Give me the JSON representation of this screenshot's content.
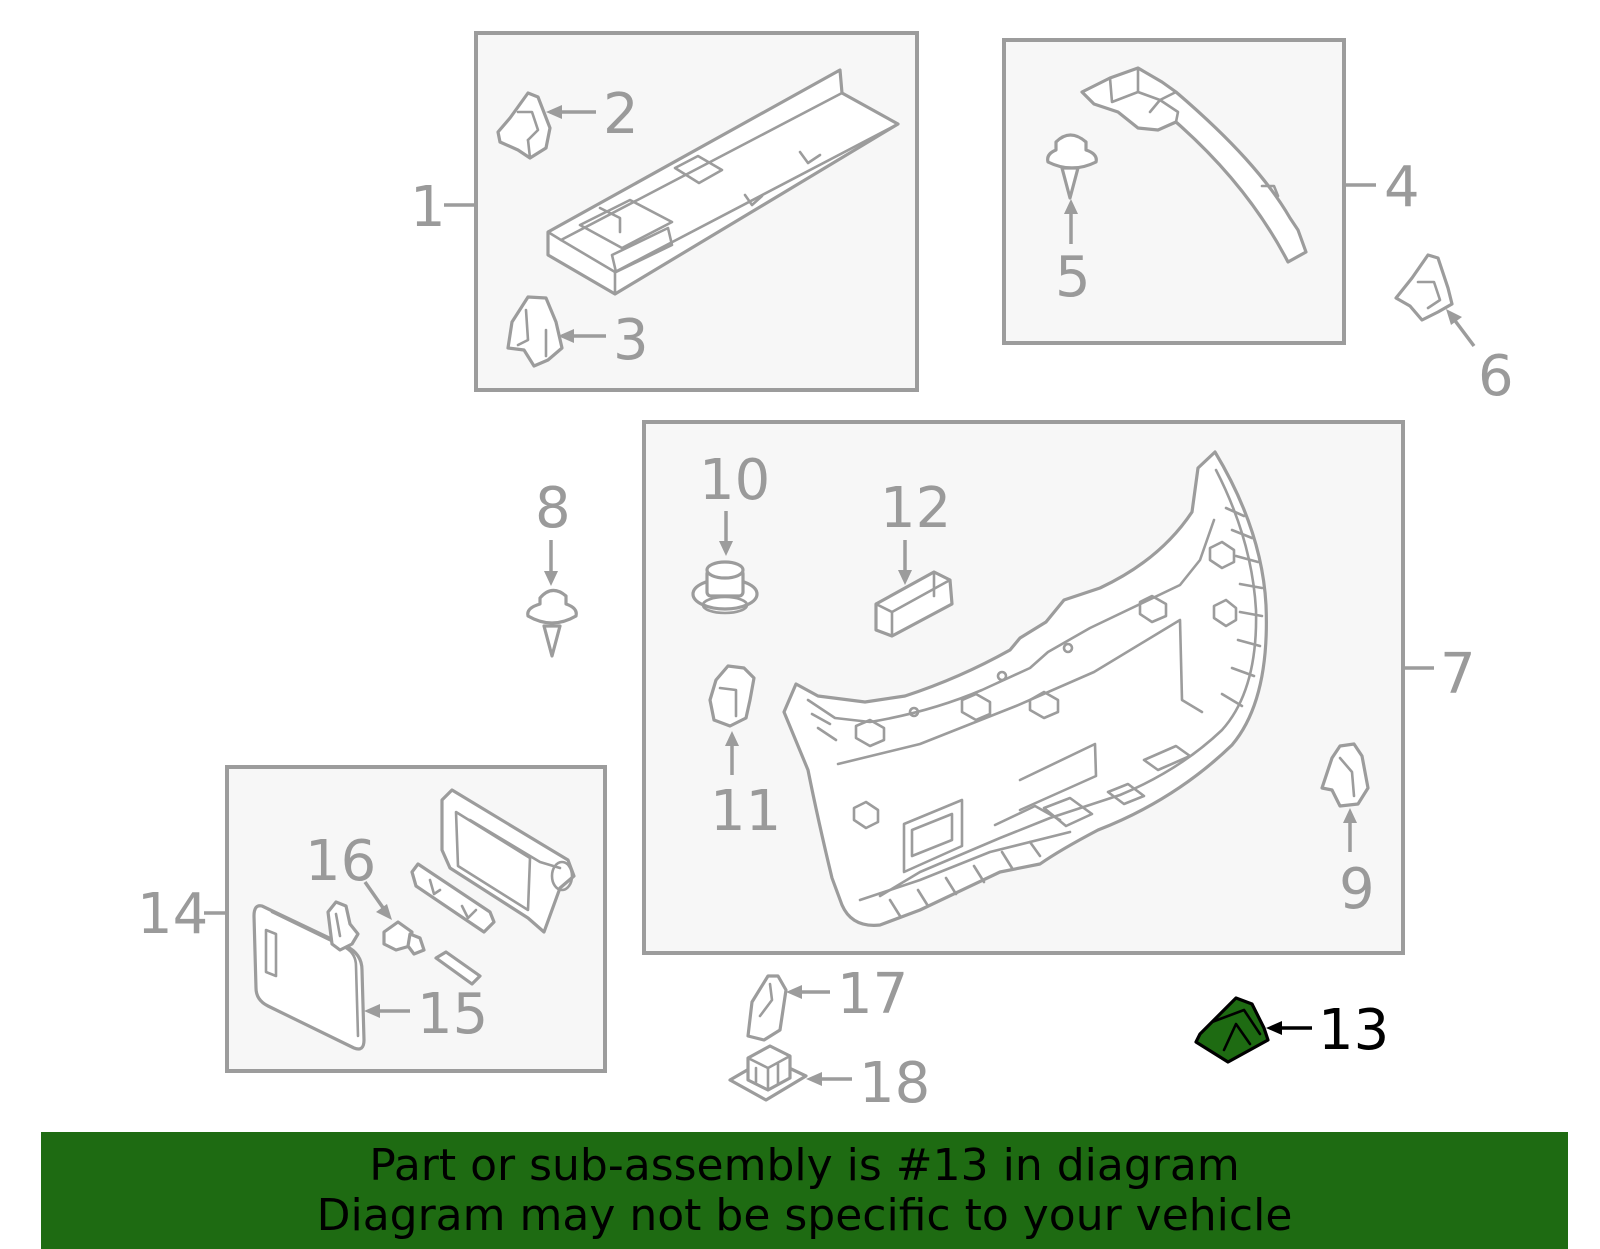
{
  "callouts": {
    "c1": "1",
    "c2": "2",
    "c3": "3",
    "c4": "4",
    "c5": "5",
    "c6": "6",
    "c7": "7",
    "c8": "8",
    "c9": "9",
    "c10": "10",
    "c11": "11",
    "c12": "12",
    "c13": "13",
    "c14": "14",
    "c15": "15",
    "c16": "16",
    "c17": "17",
    "c18": "18"
  },
  "highlight": {
    "part_number": "13",
    "color": "#1e6b12"
  },
  "banner": {
    "background": "#1e6b12",
    "line1": "Part or sub-assembly is #13 in diagram",
    "line2": "Diagram may not be specific to your vehicle"
  }
}
